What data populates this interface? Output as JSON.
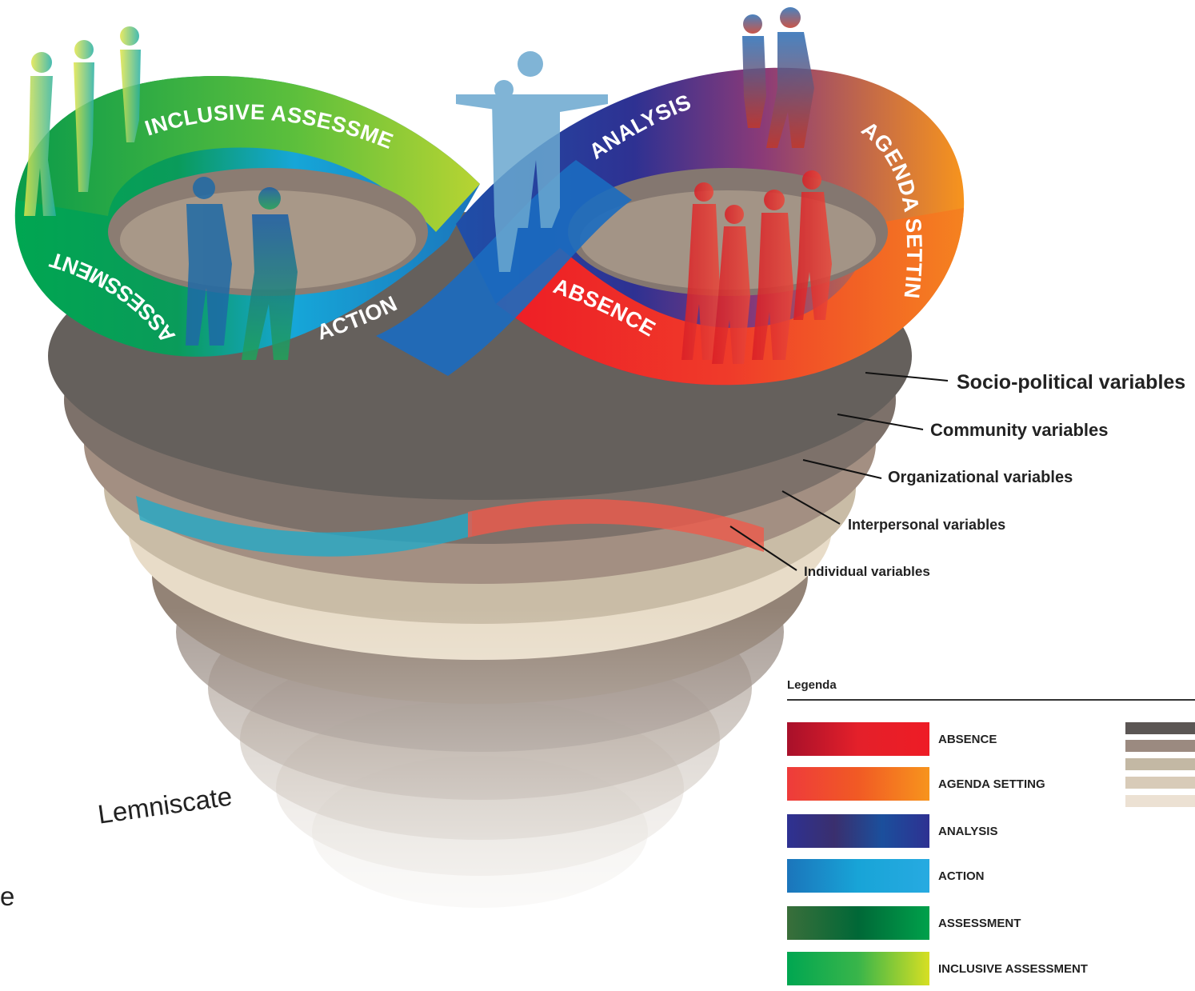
{
  "diagram": {
    "ring_labels": {
      "inclusive_assessment": "INCLUSIVE ASSESSMENT",
      "assessment": "ASSESSMENT",
      "action": "ACTION",
      "analysis": "ANALYSIS",
      "agenda_setting": "AGENDA SETTING",
      "absence": "ABSENCE"
    },
    "layer_labels": [
      "Socio-political variables",
      "Community variables",
      "Organizational variables",
      "Interpersonal variables",
      "Individual variables"
    ]
  },
  "legend": {
    "title": "Legenda",
    "items": [
      {
        "label": "ABSENCE",
        "colors": [
          "#a8102a",
          "#e4202a",
          "#ee1c25"
        ]
      },
      {
        "label": "AGENDA SETTING",
        "colors": [
          "#ee3b3b",
          "#f15a24",
          "#f7941d"
        ]
      },
      {
        "label": "ANALYSIS",
        "colors": [
          "#2e3192",
          "#3a2f6e",
          "#1b4f9c",
          "#2e3192"
        ]
      },
      {
        "label": "ACTION",
        "colors": [
          "#1b75bb",
          "#18a4d7",
          "#27aae1"
        ]
      },
      {
        "label": "ASSESSMENT",
        "colors": [
          "#3a6e3a",
          "#006837",
          "#00a14b"
        ]
      },
      {
        "label": "INCLUSIVE ASSESSMENT",
        "colors": [
          "#00a651",
          "#39b54a",
          "#d7df23"
        ]
      }
    ],
    "layer_colors": [
      "#5b5654",
      "#9b8a80",
      "#c3b8a4",
      "#d8cbb8",
      "#ece1d3"
    ]
  },
  "caption_fragments": {
    "line1": "Lemniscate",
    "line2": "e"
  }
}
